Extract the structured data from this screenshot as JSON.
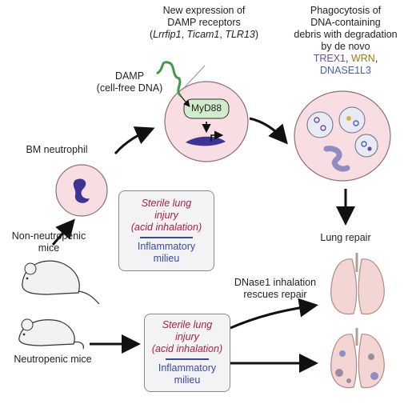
{
  "receptors_title": [
    "New expression of",
    "DAMP receptors"
  ],
  "receptors_genes": [
    "Lrrfip1",
    "Ticam1",
    "TLR13"
  ],
  "damp_label": [
    "DAMP",
    "(cell-free DNA)"
  ],
  "myd88_label": "MyD88",
  "phago_text": [
    "Phagocytosis of",
    "DNA-containing",
    "debris with degradation",
    "by de novo"
  ],
  "enzymes": [
    "TREX1",
    "WRN",
    "DNASE1L3"
  ],
  "bm_neutrophil_label": "BM neutrophil",
  "non_neutropenic_label": [
    "Non-neutropenic",
    "mice"
  ],
  "neutropenic_label": "Neutropenic mice",
  "injury_box": {
    "line1": "Sterile lung",
    "line2": "injury",
    "line3": "(acid inhalation)",
    "milieu1": "Inflammatory",
    "milieu2": "milieu"
  },
  "lung_repair_label": "Lung repair",
  "dnase1_label": [
    "DNase1 inhalation",
    "rescues repair"
  ],
  "colors": {
    "injury_text": "#b01e3a",
    "milieu_text": "#3a4aa0",
    "cell_fill": "#f8dde2",
    "nucleus": "#3d3595",
    "dna_strand": "#3f9a4a",
    "lung_fill": "#f3d6d3"
  },
  "icons": [
    "neutrophil-cell",
    "dna-strand-icon",
    "mouse-icon",
    "lung-icon"
  ]
}
